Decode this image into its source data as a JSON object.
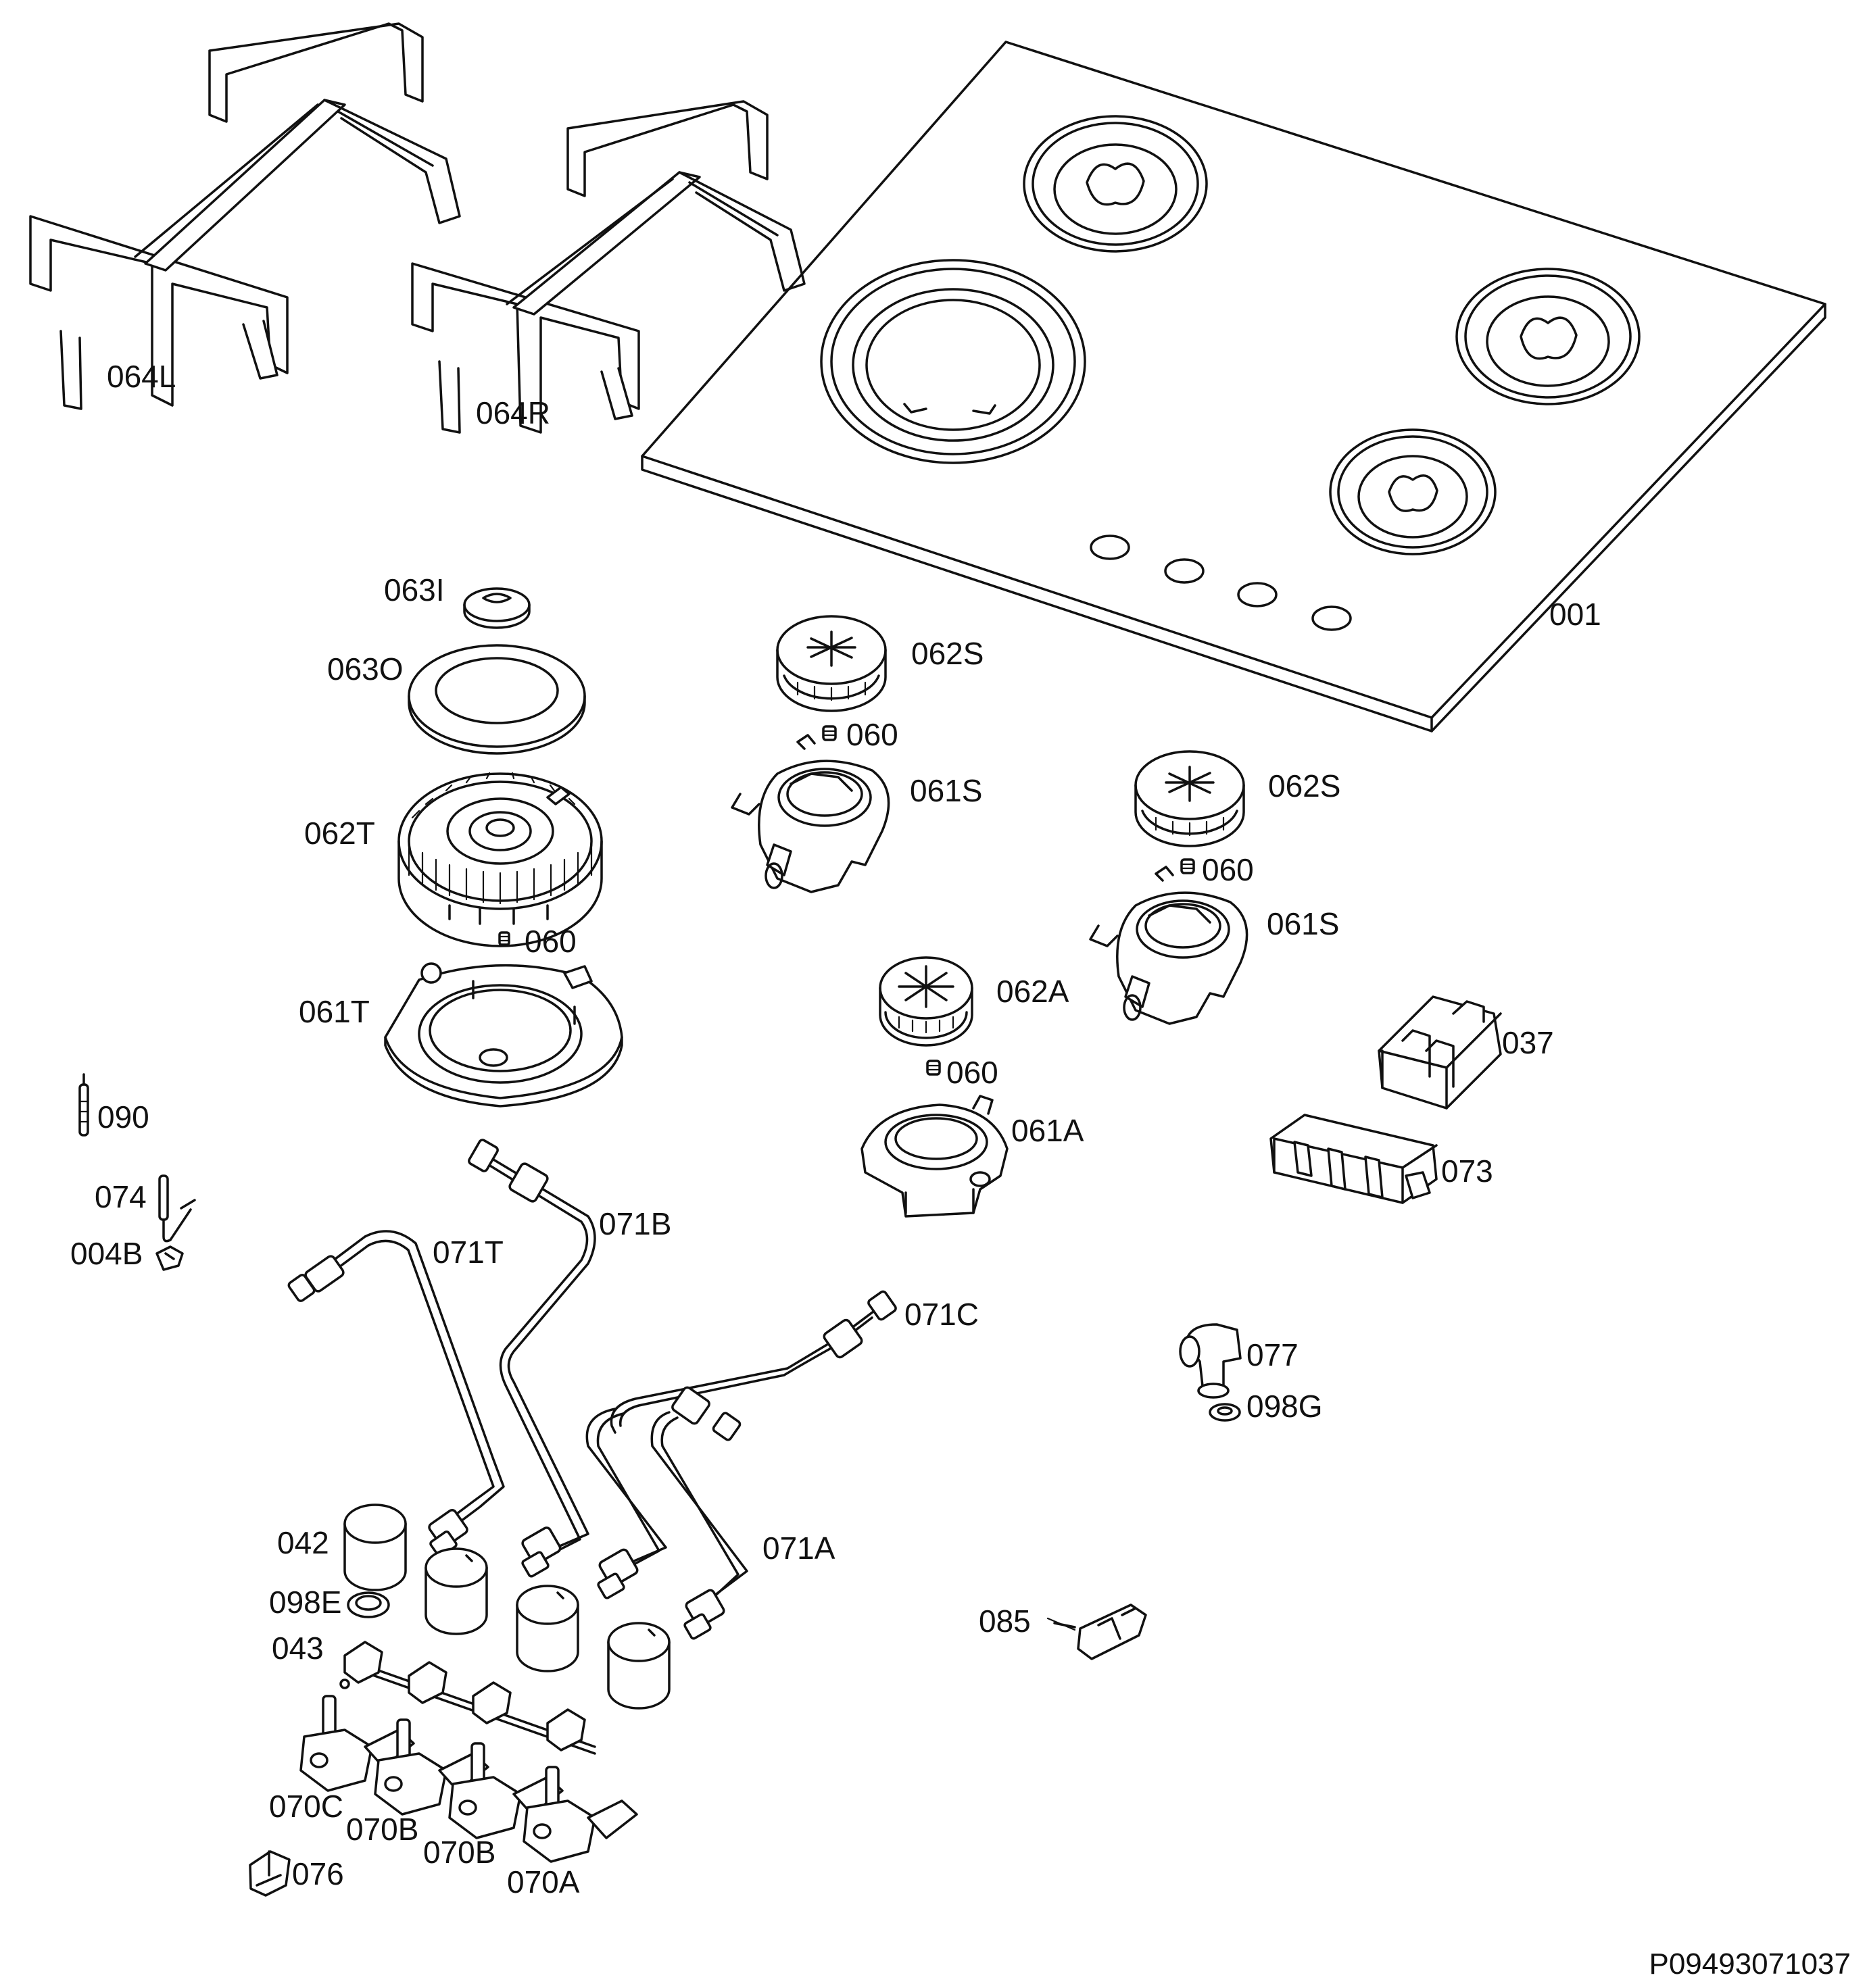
{
  "labels": {
    "grate_left": "064L",
    "grate_right": "064R",
    "hob_top": "001",
    "cap_inner": "063I",
    "cap_outer": "063O",
    "burner_triple": "062T",
    "injector_t": "060",
    "cup_triple": "061T",
    "burner_semi_1": "062S",
    "injector_s1": "060",
    "cup_semi_1": "061S",
    "burner_semi_2": "062S",
    "injector_s2": "060",
    "cup_semi_2": "061S",
    "burner_aux": "062A",
    "injector_a": "060",
    "cup_aux": "061A",
    "switch": "037",
    "generator": "073",
    "spark_plug": "090",
    "thermocouple": "074",
    "clip": "004B",
    "pipe_t": "071T",
    "pipe_b": "071B",
    "pipe_c": "071C",
    "pipe_a": "071A",
    "elbow": "077",
    "gasket_g": "098G",
    "knob": "042",
    "gasket_e": "098E",
    "ramp": "043",
    "tap_c": "070C",
    "tap_b1": "070B",
    "tap_b2": "070B",
    "tap_a": "070A",
    "spring": "076",
    "bracket": "085"
  },
  "drawing_code": "P09493071037"
}
